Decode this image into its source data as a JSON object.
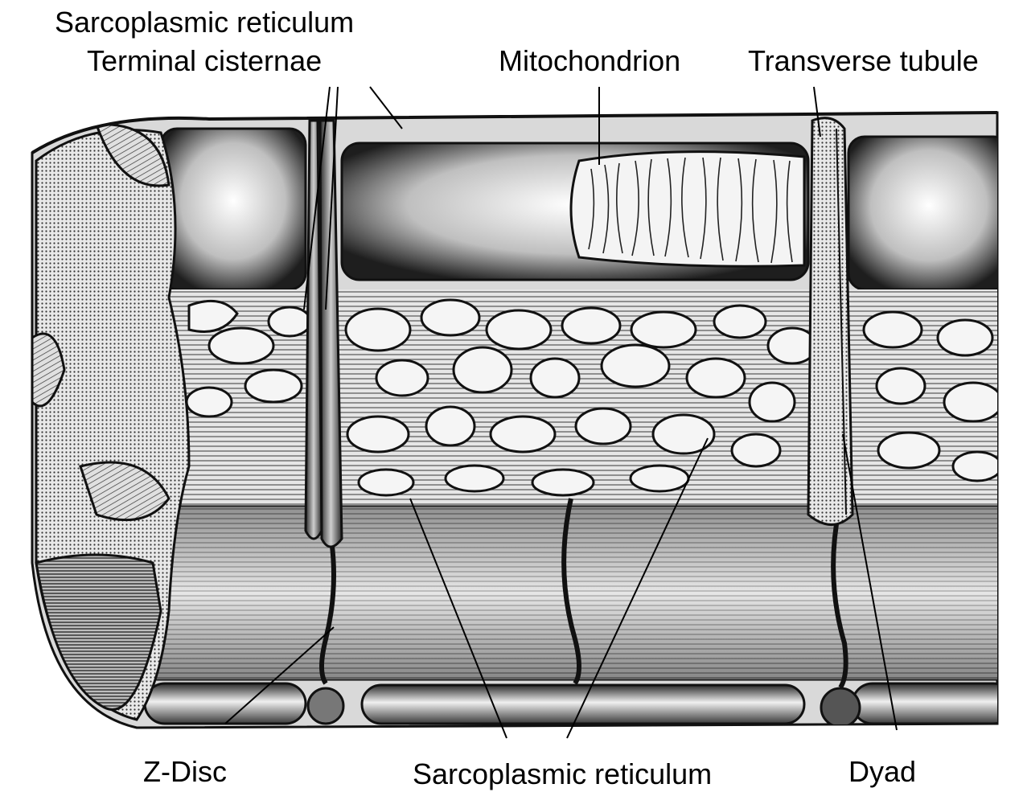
{
  "labels": {
    "sr_top": "Sarcoplasmic reticulum",
    "terminal_cisternae": "Terminal cisternae",
    "mitochondrion": "Mitochondrion",
    "transverse_tubule": "Transverse tubule",
    "z_disc": "Z-Disc",
    "sr_bottom": "Sarcoplasmic reticulum",
    "dyad": "Dyad"
  },
  "colors": {
    "background": "#ffffff",
    "ink": "#111111",
    "myofibril_light": "#d8d8d8",
    "myofibril_dark": "#5a5a5a",
    "reticulum_fill": "#f2f2f2",
    "label_text": "#000000"
  }
}
